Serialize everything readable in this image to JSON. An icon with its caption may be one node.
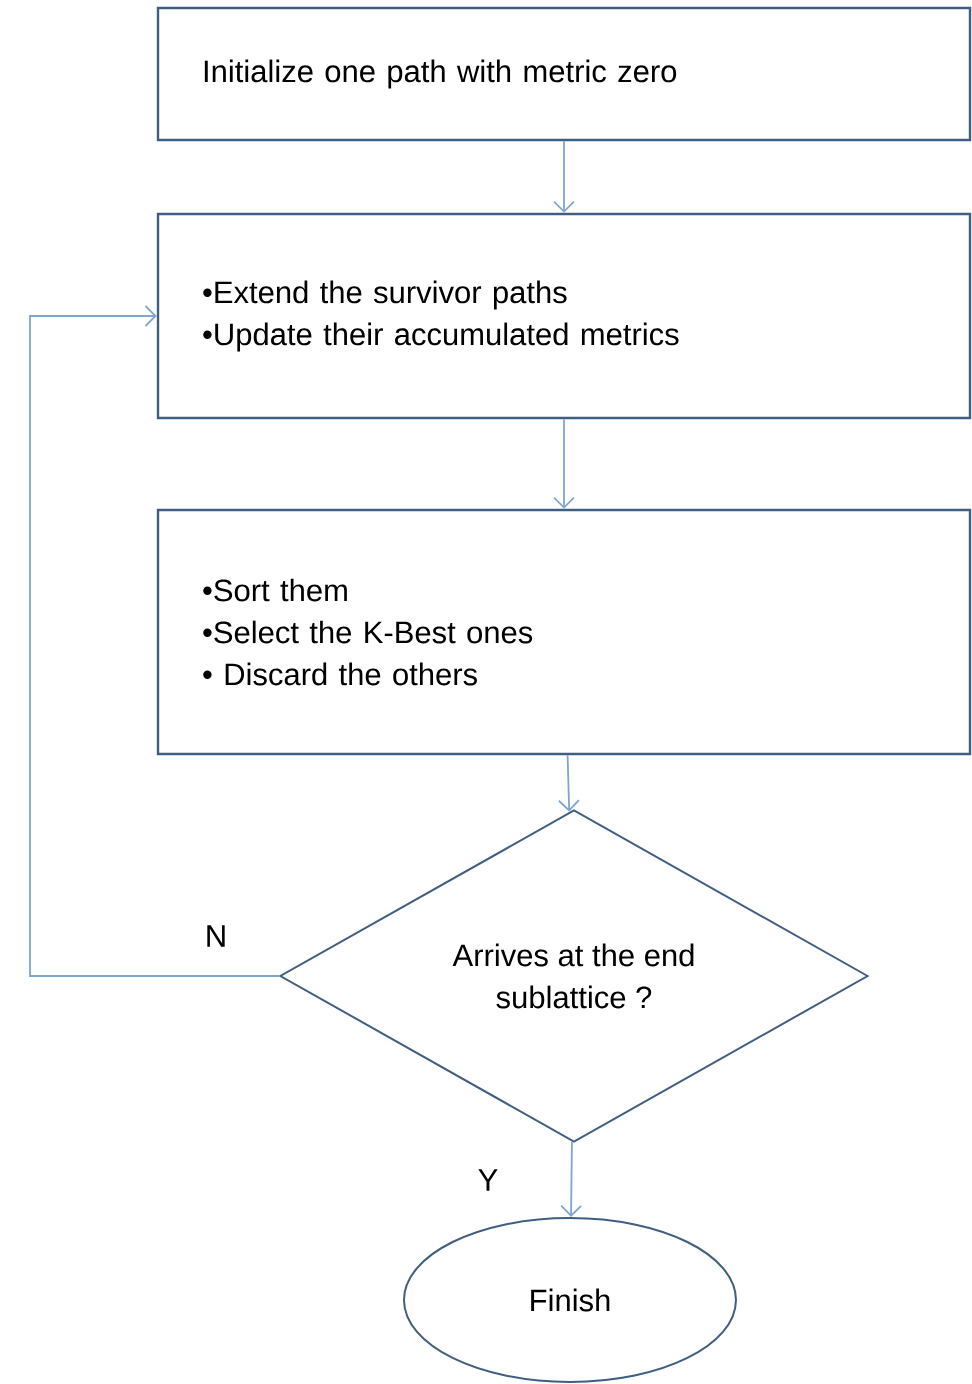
{
  "diagram": {
    "nodes": [
      {
        "text": [
          "Initialize one path with metric zero"
        ]
      },
      {
        "text": [
          "•Extend the survivor paths",
          "•Update their accumulated metrics"
        ]
      },
      {
        "text": [
          "•Sort them",
          "•Select the K-Best ones",
          "• Discard the others"
        ]
      },
      {
        "text": [
          "Arrives at the end sublattice ?"
        ]
      },
      {
        "text": [
          "Finish"
        ]
      }
    ],
    "edges": [
      {
        "from": 0,
        "to": 1,
        "arrow": "to"
      },
      {
        "from": 1,
        "to": 2,
        "arrow": "to"
      },
      {
        "from": 2,
        "to": 3,
        "arrow": "to"
      },
      {
        "from": 3,
        "to": 4,
        "arrow": "to",
        "label": "Y"
      },
      {
        "from": 3,
        "to": 1,
        "arrow": "to",
        "label": "N"
      }
    ]
  }
}
